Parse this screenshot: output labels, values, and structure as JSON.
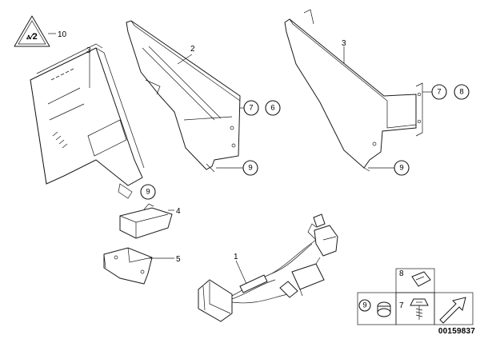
{
  "diagram_id": "00159837",
  "callouts": {
    "part_1": "1",
    "part_2": "2",
    "part_3": "3",
    "part_4": "4",
    "part_5": "5",
    "part_6": "6",
    "part_7": "7",
    "part_8": "8",
    "part_9": "9",
    "part_10": "10"
  },
  "legend": {
    "nut_label": "9",
    "clip_label": "8",
    "screw_label": "7"
  }
}
